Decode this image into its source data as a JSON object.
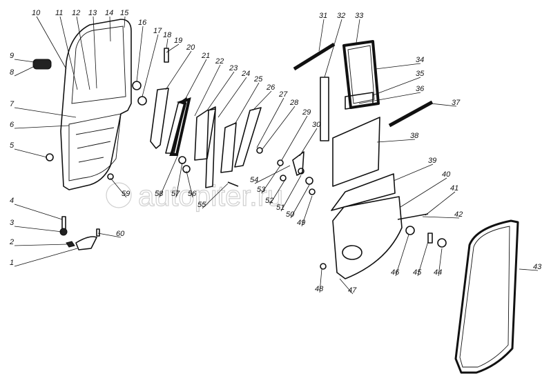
{
  "diagram": {
    "type": "exploded-parts-view",
    "watermark": "autopiter.ru",
    "part_labels": [
      "1",
      "2",
      "3",
      "4",
      "5",
      "6",
      "7",
      "8",
      "9",
      "10",
      "11",
      "12",
      "13",
      "14",
      "15",
      "16",
      "17",
      "18",
      "19",
      "20",
      "21",
      "22",
      "23",
      "24",
      "25",
      "26",
      "27",
      "28",
      "29",
      "30",
      "31",
      "32",
      "33",
      "34",
      "35",
      "36",
      "37",
      "38",
      "39",
      "40",
      "41",
      "42",
      "43",
      "44",
      "45",
      "46",
      "47",
      "48",
      "49",
      "50",
      "51",
      "52",
      "53",
      "54",
      "55",
      "56",
      "57",
      "58",
      "59",
      "60"
    ]
  }
}
